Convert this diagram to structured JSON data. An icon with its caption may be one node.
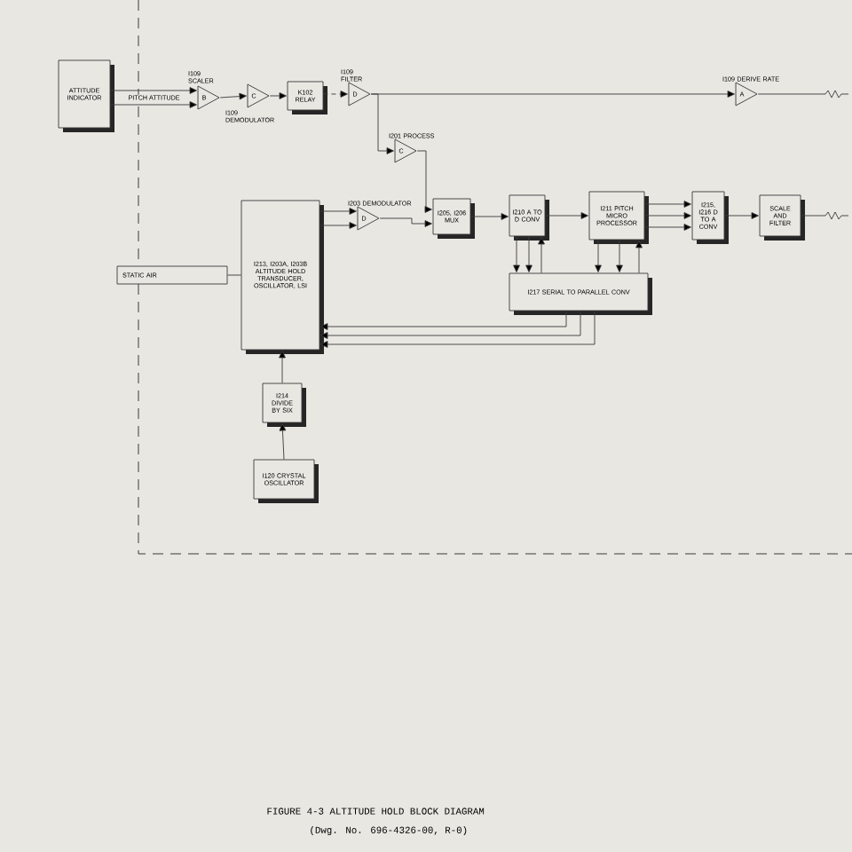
{
  "diagram": {
    "caption": "FIGURE 4-3 ALTITUDE HOLD BLOCK DIAGRAM",
    "nodes": [
      {
        "text": [
          "ATTITUDE INDICATOR"
        ]
      },
      {
        "text": [
          "B"
        ],
        "beside": [
          "I109 SCALER"
        ]
      },
      {
        "text": [
          "C"
        ],
        "beside": [
          "I109 DEMODULATOR"
        ]
      },
      {
        "text": [
          "K102 RELAY"
        ]
      },
      {
        "text": [
          "D"
        ],
        "beside": [
          "I109 FILTER"
        ]
      },
      {
        "text": [
          "C"
        ],
        "beside": [
          "I201 PROCESS"
        ]
      },
      {
        "text": [
          "A"
        ],
        "beside": [
          "I109 DERIVE RATE"
        ]
      },
      {
        "text": [
          "I213, I203A, I203B ALTITUDE HOLD TRANSDUCER, OSCILLATOR, LSI"
        ]
      },
      {
        "text": [
          "D"
        ],
        "beside": [
          "I203 DEMODULATOR"
        ]
      },
      {
        "text": [
          "I205, I206 MUX"
        ]
      },
      {
        "text": [
          "I210 A TO D CONV"
        ]
      },
      {
        "text": [
          "I211 PITCH MICRO PROCESSOR"
        ]
      },
      {
        "text": [
          "I215, I216 D TO A CONV"
        ]
      },
      {
        "text": [
          "SCALE AND FILTER"
        ]
      },
      {
        "text": [
          "I217 SERIAL TO PARALLEL CONV"
        ]
      },
      {
        "text": [
          "STATIC AIR"
        ]
      },
      {
        "text": [
          "I214 DIVIDE BY SIX"
        ]
      },
      {
        "text": [
          "I120 CRYSTAL OSCILLATOR"
        ]
      }
    ],
    "edges": [
      {
        "from": 0,
        "to": 1,
        "arrow": "to",
        "label": "PITCH ATTITUDE"
      },
      {
        "from": 0,
        "to": 1,
        "arrow": "to"
      },
      {
        "from": 1,
        "to": 2,
        "arrow": "to"
      },
      {
        "from": 2,
        "to": 3,
        "arrow": "to"
      },
      {
        "from": 3,
        "to": 4,
        "arrow": "to",
        "style": "dashed"
      },
      {
        "from": 4,
        "to": 6,
        "arrow": "to"
      },
      {
        "from": 4,
        "to": 5,
        "arrow": "to"
      },
      {
        "from": 5,
        "to": 9,
        "arrow": "to"
      },
      {
        "from": 7,
        "to": 8,
        "arrow": "to"
      },
      {
        "from": 7,
        "to": 8,
        "arrow": "to"
      },
      {
        "from": 8,
        "to": 9,
        "arrow": "to"
      },
      {
        "from": 9,
        "to": 10,
        "arrow": "to"
      },
      {
        "from": 10,
        "to": 11,
        "arrow": "to"
      },
      {
        "from": 11,
        "to": 12,
        "arrow": "to"
      },
      {
        "from": 11,
        "to": 12,
        "arrow": "to"
      },
      {
        "from": 11,
        "to": 12,
        "arrow": "to"
      },
      {
        "from": 12,
        "to": 13,
        "arrow": "to"
      },
      {
        "from": 13,
        "to": null,
        "arrow": "none"
      },
      {
        "from": 6,
        "to": null,
        "arrow": "none"
      },
      {
        "from": 10,
        "to": 14,
        "arrow": "to"
      },
      {
        "from": 10,
        "to": 14,
        "arrow": "to"
      },
      {
        "from": 14,
        "to": 10,
        "arrow": "to"
      },
      {
        "from": 11,
        "to": 14,
        "arrow": "to"
      },
      {
        "from": 11,
        "to": 14,
        "arrow": "to"
      },
      {
        "from": 14,
        "to": 11,
        "arrow": "to"
      },
      {
        "from": 14,
        "to": 7,
        "arrow": "to"
      },
      {
        "from": 14,
        "to": 7,
        "arrow": "to"
      },
      {
        "from": 14,
        "to": 7,
        "arrow": "to"
      },
      {
        "from": 15,
        "to": 7,
        "arrow": "none"
      },
      {
        "from": 16,
        "to": 7,
        "arrow": "to"
      },
      {
        "from": 17,
        "to": 16,
        "arrow": "to"
      }
    ],
    "labels": [
      "(Dwg. No. 696-4326-00, R-0)"
    ]
  }
}
